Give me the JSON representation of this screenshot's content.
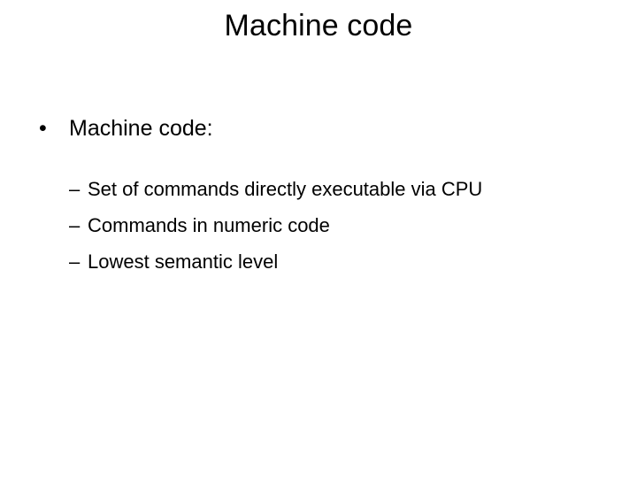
{
  "slide": {
    "title": "Machine code",
    "bullets": [
      {
        "marker": "•",
        "text": "Machine code:",
        "level": 1
      }
    ],
    "sub_bullets": [
      {
        "marker": "–",
        "text": "Set of commands directly executable via CPU",
        "level": 2
      },
      {
        "marker": "–",
        "text": "Commands in numeric code",
        "level": 2
      },
      {
        "marker": "–",
        "text": "Lowest semantic level",
        "level": 2
      }
    ],
    "colors": {
      "background": "#ffffff",
      "text": "#000000"
    }
  }
}
